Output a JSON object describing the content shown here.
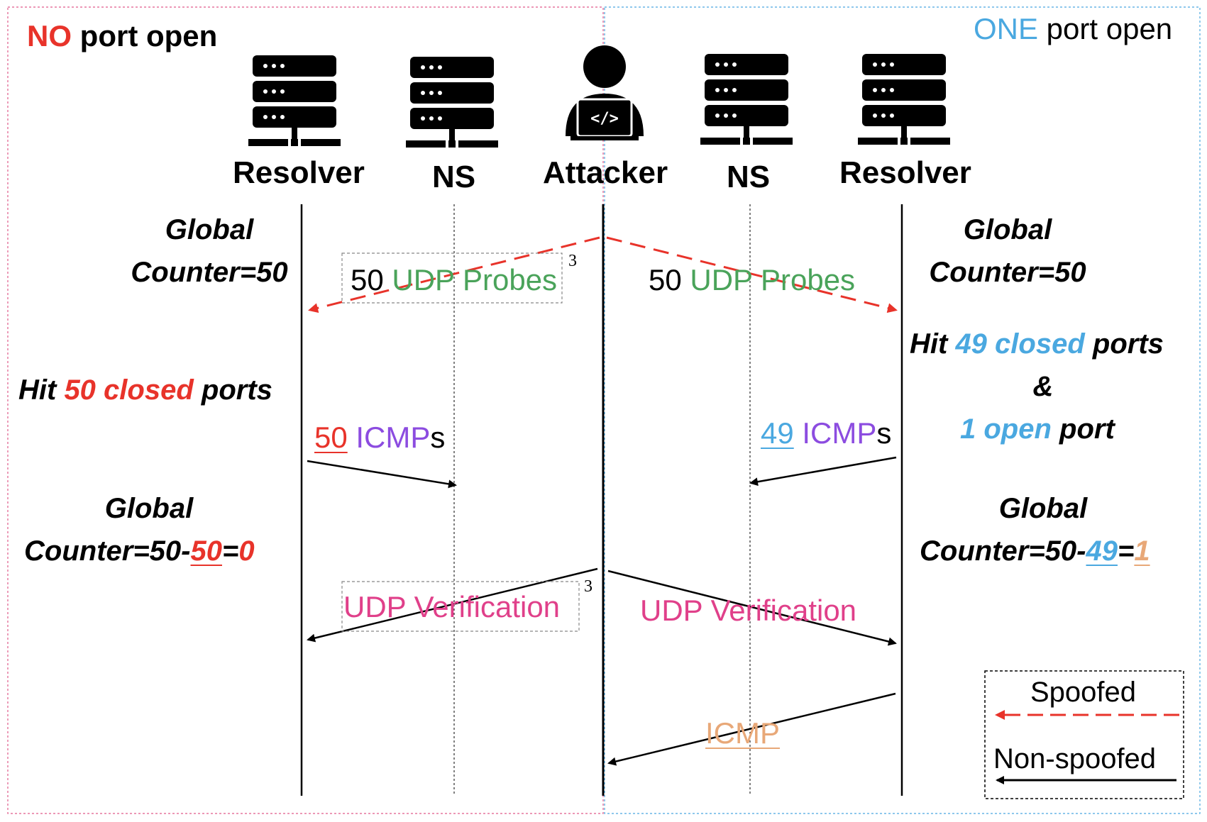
{
  "colors": {
    "red": "#e8332a",
    "blue": "#4aa8e0",
    "green": "#4aa35a",
    "purple": "#8c4ce0",
    "magenta": "#e0408a",
    "orange": "#e8a878",
    "black": "#000000"
  },
  "left_panel": {
    "title_highlight": "NO",
    "title_rest": " port open"
  },
  "right_panel": {
    "title_highlight": "ONE",
    "title_rest": " port open"
  },
  "nodes": [
    {
      "id": "resolver-left",
      "label": "Resolver",
      "icon": "server-icon"
    },
    {
      "id": "ns-left",
      "label": "NS",
      "icon": "server-icon"
    },
    {
      "id": "attacker",
      "label": "Attacker",
      "icon": "attacker-icon"
    },
    {
      "id": "ns-right",
      "label": "NS",
      "icon": "server-icon"
    },
    {
      "id": "resolver-right",
      "label": "Resolver",
      "icon": "server-icon"
    }
  ],
  "left_notes": {
    "counter_line1": "Global",
    "counter_line2": "Counter=50",
    "hit_pre": "Hit ",
    "hit_num": "50 closed",
    "hit_post": " ports",
    "final_line1": "Global",
    "final_pre": "Counter=50-",
    "final_sub": "50",
    "final_eq": "=",
    "final_result": "0"
  },
  "right_notes": {
    "counter_line1": "Global",
    "counter_line2": "Counter=50",
    "hit_pre": "Hit ",
    "hit_num": "49 closed",
    "hit_post": " ports",
    "hit_amp": "&",
    "open_num": "1 open",
    "open_post": " port",
    "final_line1": "Global",
    "final_pre": "Counter=50-",
    "final_sub": "49",
    "final_eq": "=",
    "final_result": "1"
  },
  "messages": {
    "probes_left_num": "50 ",
    "probes_left_text": "UDP Probes",
    "probes_left_sup": "3",
    "probes_right_num": "50 ",
    "probes_right_text": "UDP Probes",
    "icmps_left_num": "50",
    "icmps_left_word": " ICMP",
    "icmps_left_s": "s",
    "icmps_right_num": "49",
    "icmps_right_word": " ICMP",
    "icmps_right_s": "s",
    "verif_left": "UDP Verification",
    "verif_left_sup": "3",
    "verif_right": "UDP Verification",
    "icmp_single": "ICMP"
  },
  "legend": {
    "spoofed": "Spoofed",
    "non_spoofed": "Non-spoofed"
  }
}
